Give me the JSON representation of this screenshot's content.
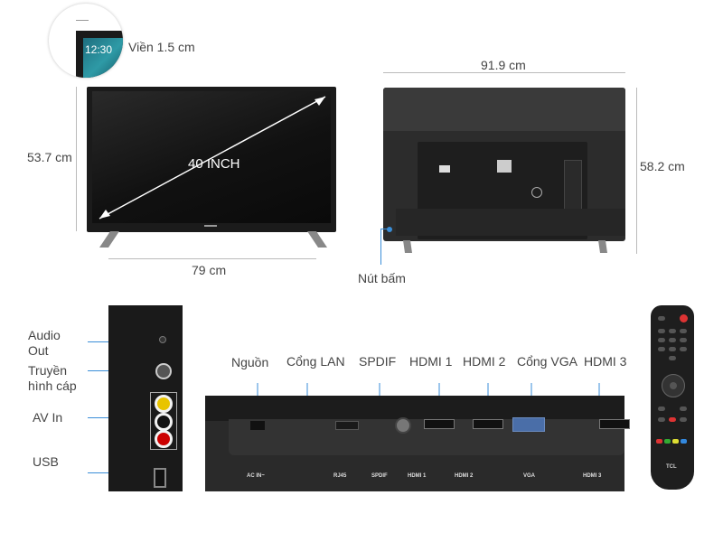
{
  "bezel": {
    "time": "12:30",
    "label": "Viền 1.5 cm"
  },
  "front": {
    "screen_label": "40 INCH",
    "height_label": "53.7 cm",
    "width_label": "79 cm"
  },
  "back": {
    "width_label": "91.9 cm",
    "height_label": "58.2 cm",
    "button_label": "Nút bấm"
  },
  "side_ports": [
    {
      "label": "Audio Out"
    },
    {
      "label": "Truyền hình cáp"
    },
    {
      "label": "AV In"
    },
    {
      "label": "USB"
    }
  ],
  "rear_ports": [
    "Nguồn",
    "Cổng LAN",
    "SPDIF",
    "HDMI 1",
    "HDMI 2",
    "Cổng VGA",
    "HDMI 3"
  ],
  "rear_panel_prints": [
    "AC IN~",
    "RJ45",
    "SPDIF",
    "HDMI 1",
    "HDMI 2",
    "VGA",
    "HDMI 3"
  ],
  "remote": {
    "brand": "TCL"
  },
  "colors": {
    "accent": "#3a8ed8",
    "device": "#1c1c1c"
  }
}
